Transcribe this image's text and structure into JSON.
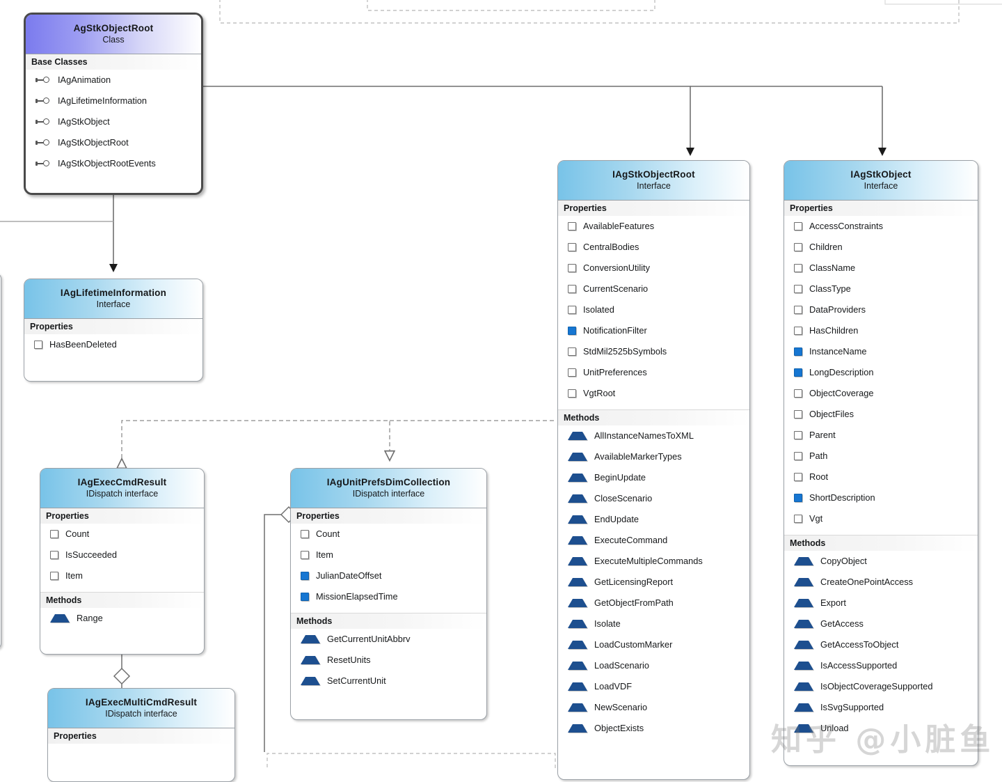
{
  "diagram": {
    "kind": "uml-class-diagram",
    "section_labels": {
      "properties": "Properties",
      "methods": "Methods",
      "base_classes": "Base Classes"
    },
    "stereotypes": {
      "class": "Class",
      "interface": "Interface",
      "idispatch": "IDispatch  interface"
    },
    "colors": {
      "class_header_start": "#7b7bee",
      "interface_header_start": "#78c3e8",
      "property_rw_icon": "#1676d2",
      "method_icon": "#1d4f8f",
      "box_border": "#9aa0a6",
      "class_box_border": "#4a4a4a",
      "connector": "#6f6f6f"
    }
  },
  "watermark": {
    "text": "知乎 @小脏鱼"
  },
  "boxes": {
    "ag_stk_object_root": {
      "name": "AgStkObjectRoot",
      "stereotype": "Class",
      "base_classes_label": "Base Classes",
      "base_classes": [
        "IAgAnimation",
        "IAgLifetimeInformation",
        "IAgStkObject",
        "IAgStkObjectRoot",
        "IAgStkObjectRootEvents"
      ]
    },
    "iag_lifetime_information": {
      "name": "IAgLifetimeInformation",
      "stereotype": "Interface",
      "properties_label": "Properties",
      "properties": [
        {
          "name": "HasBeenDeleted",
          "rw": false
        }
      ]
    },
    "iag_stk_object_root": {
      "name": "IAgStkObjectRoot",
      "stereotype": "Interface",
      "properties_label": "Properties",
      "methods_label": "Methods",
      "properties": [
        {
          "name": "AvailableFeatures",
          "rw": false
        },
        {
          "name": "CentralBodies",
          "rw": false
        },
        {
          "name": "ConversionUtility",
          "rw": false
        },
        {
          "name": "CurrentScenario",
          "rw": false
        },
        {
          "name": "Isolated",
          "rw": false
        },
        {
          "name": "NotificationFilter",
          "rw": true
        },
        {
          "name": "StdMil2525bSymbols",
          "rw": false
        },
        {
          "name": "UnitPreferences",
          "rw": false
        },
        {
          "name": "VgtRoot",
          "rw": false
        }
      ],
      "methods": [
        "AllInstanceNamesToXML",
        "AvailableMarkerTypes",
        "BeginUpdate",
        "CloseScenario",
        "EndUpdate",
        "ExecuteCommand",
        "ExecuteMultipleCommands",
        "GetLicensingReport",
        "GetObjectFromPath",
        "Isolate",
        "LoadCustomMarker",
        "LoadScenario",
        "LoadVDF",
        "NewScenario",
        "ObjectExists"
      ]
    },
    "iag_stk_object": {
      "name": "IAgStkObject",
      "stereotype": "Interface",
      "properties_label": "Properties",
      "methods_label": "Methods",
      "properties": [
        {
          "name": "AccessConstraints",
          "rw": false
        },
        {
          "name": "Children",
          "rw": false
        },
        {
          "name": "ClassName",
          "rw": false
        },
        {
          "name": "ClassType",
          "rw": false
        },
        {
          "name": "DataProviders",
          "rw": false
        },
        {
          "name": "HasChildren",
          "rw": false
        },
        {
          "name": "InstanceName",
          "rw": true
        },
        {
          "name": "LongDescription",
          "rw": true
        },
        {
          "name": "ObjectCoverage",
          "rw": false
        },
        {
          "name": "ObjectFiles",
          "rw": false
        },
        {
          "name": "Parent",
          "rw": false
        },
        {
          "name": "Path",
          "rw": false
        },
        {
          "name": "Root",
          "rw": false
        },
        {
          "name": "ShortDescription",
          "rw": true
        },
        {
          "name": "Vgt",
          "rw": false
        }
      ],
      "methods": [
        "CopyObject",
        "CreateOnePointAccess",
        "Export",
        "GetAccess",
        "GetAccessToObject",
        "IsAccessSupported",
        "IsObjectCoverageSupported",
        "IsSvgSupported",
        "Unload"
      ]
    },
    "iag_exec_cmd_result": {
      "name": "IAgExecCmdResult",
      "stereotype": "IDispatch  interface",
      "properties_label": "Properties",
      "methods_label": "Methods",
      "properties": [
        {
          "name": "Count",
          "rw": false
        },
        {
          "name": "IsSucceeded",
          "rw": false
        },
        {
          "name": "Item",
          "rw": false
        }
      ],
      "methods": [
        "Range"
      ]
    },
    "iag_unit_prefs_dim_collection": {
      "name": "IAgUnitPrefsDimCollection",
      "stereotype": "IDispatch  interface",
      "properties_label": "Properties",
      "methods_label": "Methods",
      "properties": [
        {
          "name": "Count",
          "rw": false
        },
        {
          "name": "Item",
          "rw": false
        },
        {
          "name": "JulianDateOffset",
          "rw": true
        },
        {
          "name": "MissionElapsedTime",
          "rw": true
        }
      ],
      "methods": [
        "GetCurrentUnitAbbrv",
        "ResetUnits",
        "SetCurrentUnit"
      ]
    },
    "iag_exec_multi_cmd_result": {
      "name": "IAgExecMultiCmdResult",
      "stereotype": "IDispatch  interface",
      "properties_label": "Properties"
    }
  }
}
